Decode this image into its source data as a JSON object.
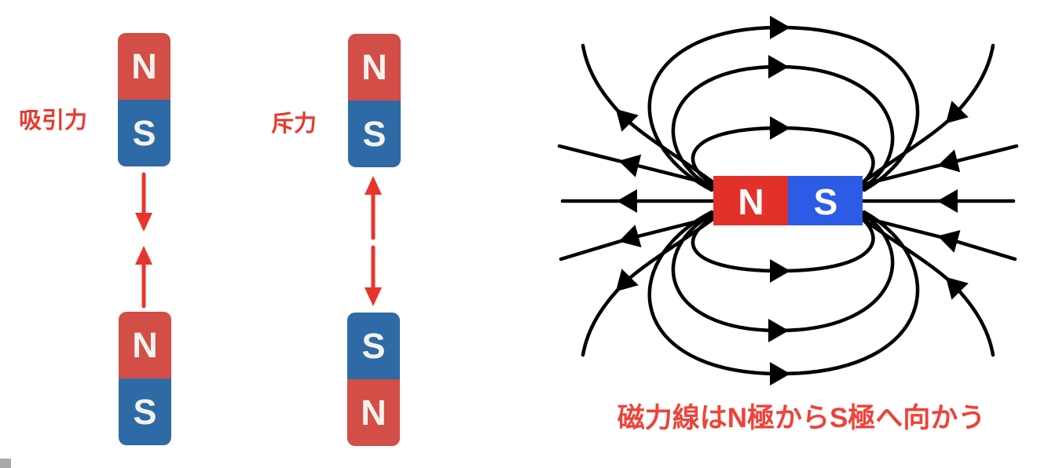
{
  "left_panel": {
    "attraction": {
      "label": "吸引力",
      "top_magnet": {
        "top_pole": "N",
        "bottom_pole": "S"
      },
      "bottom_magnet": {
        "top_pole": "N",
        "bottom_pole": "S"
      }
    },
    "repulsion": {
      "label": "斥力",
      "top_magnet": {
        "top_pole": "N",
        "bottom_pole": "S"
      },
      "bottom_magnet": {
        "top_pole": "S",
        "bottom_pole": "N"
      }
    }
  },
  "right_panel": {
    "bar_magnet": {
      "left_pole": "N",
      "right_pole": "S"
    },
    "caption": "磁力線はN極からS極へ向かう"
  },
  "colors": {
    "vertical_magnet_red": "#d24e46",
    "vertical_magnet_blue": "#2e6ba6",
    "bar_magnet_red": "#e2312a",
    "bar_magnet_blue": "#2c5be6",
    "force_arrow_red": "#e8352b",
    "label_red": "#e93a2e",
    "caption_red": "#ee4339",
    "field_line_black": "#000000"
  }
}
